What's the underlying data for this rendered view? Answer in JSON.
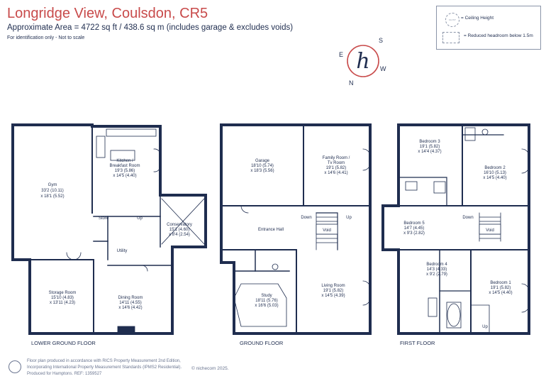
{
  "header": {
    "title": "Longridge View, Coulsdon, CR5",
    "area": "Approximate Area = 4722 sq ft / 438.6 sq m (includes garage & excludes voids)",
    "identification": "For identification only - Not to scale"
  },
  "legend": {
    "ceiling_icon": "CH 8'4\"",
    "ceiling_label": "= Ceiling Height",
    "reduced_label": "= Reduced headroom below 1.5m"
  },
  "compass": {
    "n": "N",
    "e": "E",
    "s": "S",
    "w": "W",
    "logo": "h"
  },
  "floors": {
    "lower": "LOWER GROUND FLOOR",
    "ground": "GROUND FLOOR",
    "first": "FIRST FLOOR"
  },
  "rooms": {
    "gym": {
      "name": "Gym",
      "dims": "33'2 (10.11)",
      "dims2": "x 18'1 (5.52)"
    },
    "kitchen": {
      "name": "Kitchen /",
      "name2": "Breakfast Room",
      "dims": "19'3 (5.86)",
      "dims2": "x 14'5 (4.40)"
    },
    "conservatory": {
      "name": "Conservatory",
      "dims": "15'1 (4.60)",
      "dims2": "x 8'4 (2.54)"
    },
    "store": {
      "name": "Store"
    },
    "utility": {
      "name": "Utility"
    },
    "storage": {
      "name": "Storage Room",
      "dims": "15'10 (4.83)",
      "dims2": "x 13'11 (4.23)"
    },
    "dining": {
      "name": "Dining Room",
      "dims": "14'11 (4.55)",
      "dims2": "x 14'6 (4.42)"
    },
    "garage": {
      "name": "Garage",
      "dims": "18'10 (5.74)",
      "dims2": "x 18'3 (5.56)"
    },
    "family": {
      "name": "Family Room /",
      "name2": "Tv Room",
      "dims": "19'1 (5.82)",
      "dims2": "x 14'6 (4.41)"
    },
    "hall": {
      "name": "Entrance Hall"
    },
    "void_g": {
      "name": "Void"
    },
    "study": {
      "name": "Study",
      "dims": "18'11 (5.76)",
      "dims2": "x 16'6 (5.03)"
    },
    "living": {
      "name": "Living Room",
      "dims": "19'1 (5.82)",
      "dims2": "x 14'5 (4.39)"
    },
    "bed3": {
      "name": "Bedroom 3",
      "dims": "19'1 (5.82)",
      "dims2": "x 14'4 (4.37)"
    },
    "bed2": {
      "name": "Bedroom 2",
      "dims": "16'10 (5.13)",
      "dims2": "x 14'5 (4.40)"
    },
    "bed5": {
      "name": "Bedroom 5",
      "dims": "14'7 (4.45)",
      "dims2": "x 9'3 (2.82)"
    },
    "void_f": {
      "name": "Void"
    },
    "bed4": {
      "name": "Bedroom 4",
      "dims": "14'3 (4.33)",
      "dims2": "x 9'2 (2.79)"
    },
    "bed1": {
      "name": "Bedroom 1",
      "dims": "19'1 (5.82)",
      "dims2": "x 14'5 (4.40)"
    }
  },
  "stairs": {
    "up": "Up",
    "down": "Down"
  },
  "footer": {
    "line1": "Floor plan produced in accordance with RICS Property Measurement 2nd Edition,",
    "line2": "Incorporating International Property Measurement Standards (IPMS2 Residential).",
    "line3": "Produced for Hamptons.   REF:  1359527",
    "brand": "© nichecom 2025."
  },
  "colors": {
    "wall": "#1f2d4f",
    "accent": "#c84a4a",
    "muted": "#6a7590"
  }
}
